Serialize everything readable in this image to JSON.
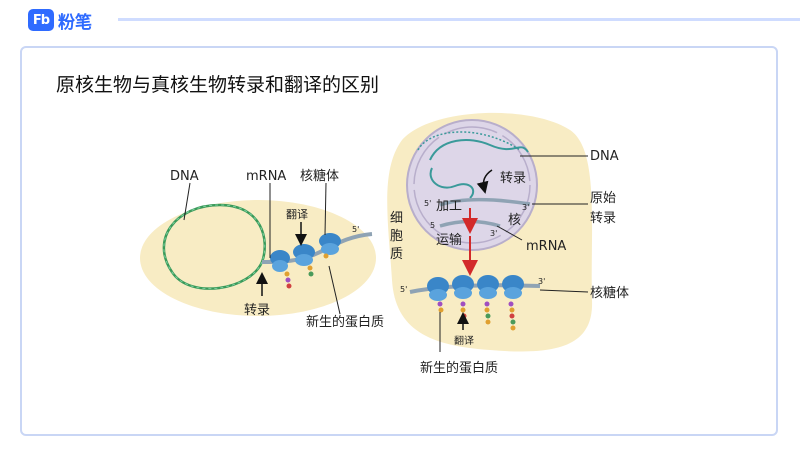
{
  "header": {
    "brand": "粉笔",
    "logo_mark": "Fb"
  },
  "title": "原核生物与真核生物转录和翻译的区别",
  "prokaryote": {
    "dna": "DNA",
    "mrna": "mRNA",
    "ribosome": "核糖体",
    "translation": "翻译",
    "prime5": "5'",
    "transcription": "转录",
    "nascent_protein": "新生的蛋白质"
  },
  "eukaryote": {
    "dna": "DNA",
    "transcription": "转录",
    "primary_line1": "原始",
    "primary_line2": "转录",
    "processing": "加工",
    "transport": "运输",
    "nucleus": "核",
    "mrna": "mRNA",
    "prime5_inner": "5'",
    "prime3_inner": "3'",
    "prime5_mid": "5",
    "prime3_mid": "3'",
    "cell_c1": "细",
    "cell_c2": "胞",
    "cell_c3": "质",
    "prime5_outer": "5'",
    "prime3_outer": "3'",
    "ribosome": "核糖体",
    "translation": "翻译",
    "nascent_protein": "新生的蛋白质"
  },
  "colors": {
    "brand": "#2f6bff",
    "cell": "#f8ecc4",
    "nucleus": "#ddd6e8",
    "arrow_red": "#d22a2a",
    "ribosome": "#3a86c8"
  }
}
